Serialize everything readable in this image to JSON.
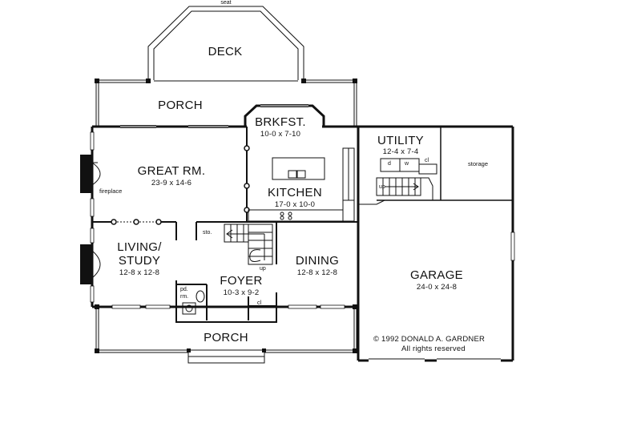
{
  "rooms": {
    "deck": {
      "name": "DECK"
    },
    "seat": {
      "name": "seat"
    },
    "porch_rear": {
      "name": "PORCH"
    },
    "brkfst": {
      "name": "BRKFST.",
      "dims": "10-0 x 7-10"
    },
    "great_rm": {
      "name": "GREAT RM.",
      "dims": "23-9 x 14-6"
    },
    "fireplace": {
      "name": "fireplace"
    },
    "kitchen": {
      "name": "KITCHEN",
      "dims": "17-0 x 10-0"
    },
    "utility": {
      "name": "UTILITY",
      "dims": "12-4 x 7-4"
    },
    "storage": {
      "name": "storage"
    },
    "living": {
      "name": "LIVING/\nSTUDY",
      "line1": "LIVING/",
      "line2": "STUDY",
      "dims": "12-8 x 12-8"
    },
    "foyer": {
      "name": "FOYER",
      "dims": "10-3 x 9-2"
    },
    "dining": {
      "name": "DINING",
      "dims": "12-8 x 12-8"
    },
    "garage": {
      "name": "GARAGE",
      "dims": "24-0 x 24-8"
    },
    "porch_front": {
      "name": "PORCH"
    }
  },
  "fixtures": {
    "sto": "sto.",
    "up_stair": "up",
    "up_utility": "up",
    "cl_foyer": "cl",
    "cl_utility": "cl",
    "washer": "w",
    "dryer": "d",
    "pd_rm_line1": "pd.",
    "pd_rm_line2": "rm."
  },
  "copyright": {
    "line1": "© 1992 DONALD A. GARDNER",
    "line2": "All rights reserved"
  }
}
